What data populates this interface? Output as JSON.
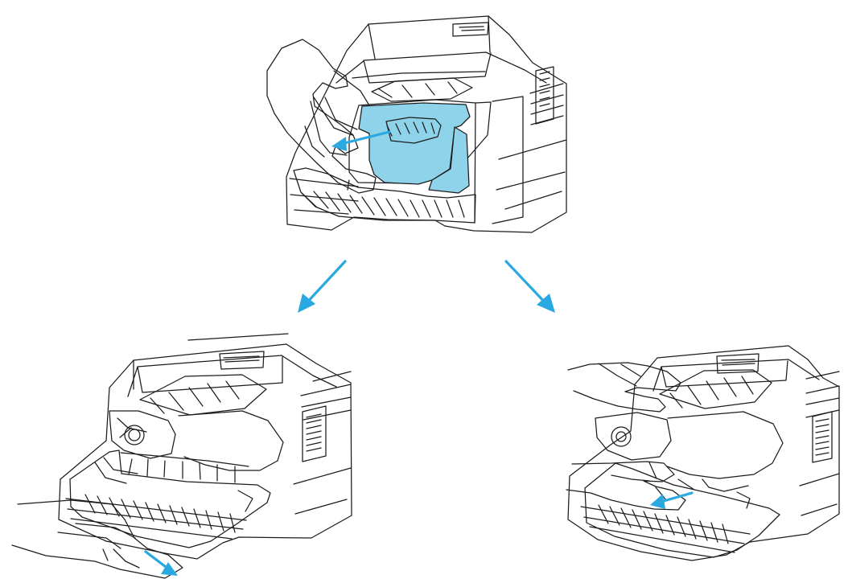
{
  "figure": {
    "panels": [
      {
        "name": "top-printer",
        "part": "drum-unit-cartridge"
      },
      {
        "name": "left-printer",
        "part": "open-front-cover"
      },
      {
        "name": "right-printer",
        "part": "hand-pulling-drum-area"
      }
    ],
    "colors": {
      "arrow": "#2aa8e0",
      "cartridge": "#8fd3ea",
      "outline": "#1c1c1c"
    },
    "icons": {
      "top_pull_arrow": "pull-arrow-icon",
      "left_pull_arrow": "pull-arrow-icon",
      "right_pull_arrow": "pull-arrow-icon",
      "flow_left": "flow-arrow-icon",
      "flow_right": "flow-arrow-icon"
    }
  }
}
